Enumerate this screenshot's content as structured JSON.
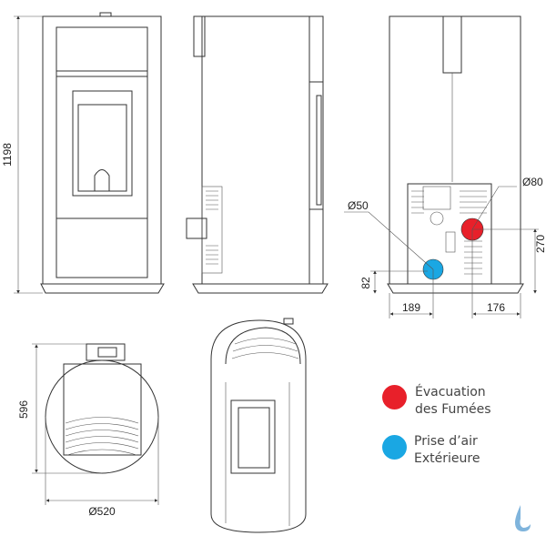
{
  "dimensions": {
    "height": "1198",
    "depth": "596",
    "diameter": "Ø520",
    "flue_diameter": "Ø80",
    "air_diameter": "Ø50",
    "flue_height": "270",
    "air_height": "82",
    "air_offset": "189",
    "flue_offset": "176"
  },
  "legend": [
    {
      "line1": "Évacuation",
      "line2": "des Fumées",
      "color": "#e8202a"
    },
    {
      "line1": "Prise d’air",
      "line2": "Extérieure",
      "color": "#1aa7e3"
    }
  ],
  "logo": {
    "icon": "water-drop-logo-icon",
    "color": "#7fb4dc"
  }
}
